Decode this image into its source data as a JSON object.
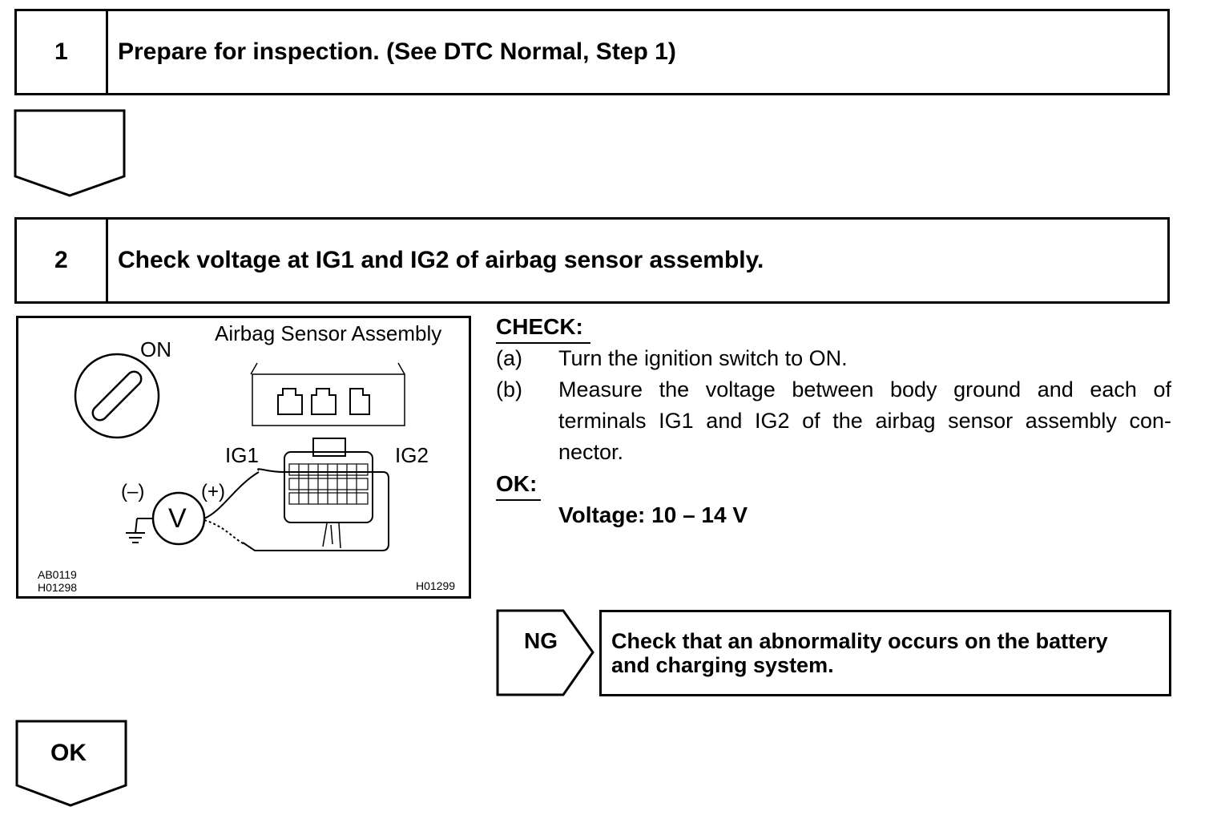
{
  "step1": {
    "number": "1",
    "title": "Prepare for inspection. (See DTC Normal, Step 1)"
  },
  "step2": {
    "number": "2",
    "title": "Check voltage at IG1 and IG2 of airbag sensor assembly."
  },
  "figure": {
    "title": "Airbag Sensor Assembly",
    "switch_label": "ON",
    "ig1": "IG1",
    "ig2": "IG2",
    "minus": "(–)",
    "plus": "(+)",
    "meter": "V",
    "code1": "AB0119",
    "code2": "H01298",
    "code3": "H01299"
  },
  "check": {
    "heading": "CHECK:",
    "a_marker": "(a)",
    "a_text": "Turn the ignition switch to ON.",
    "b_marker": "(b)",
    "b_line1": "Measure the voltage between body ground and each of",
    "b_line2": "terminals IG1 and IG2 of the airbag sensor assembly con-",
    "b_line3": "nector.",
    "ok_heading": "OK:",
    "ok_value": "Voltage: 10 – 14 V"
  },
  "ng_branch": {
    "label": "NG",
    "line1": "Check that an abnormality occurs on the battery",
    "line2": "and charging system."
  },
  "ok_branch": {
    "label": "OK"
  }
}
